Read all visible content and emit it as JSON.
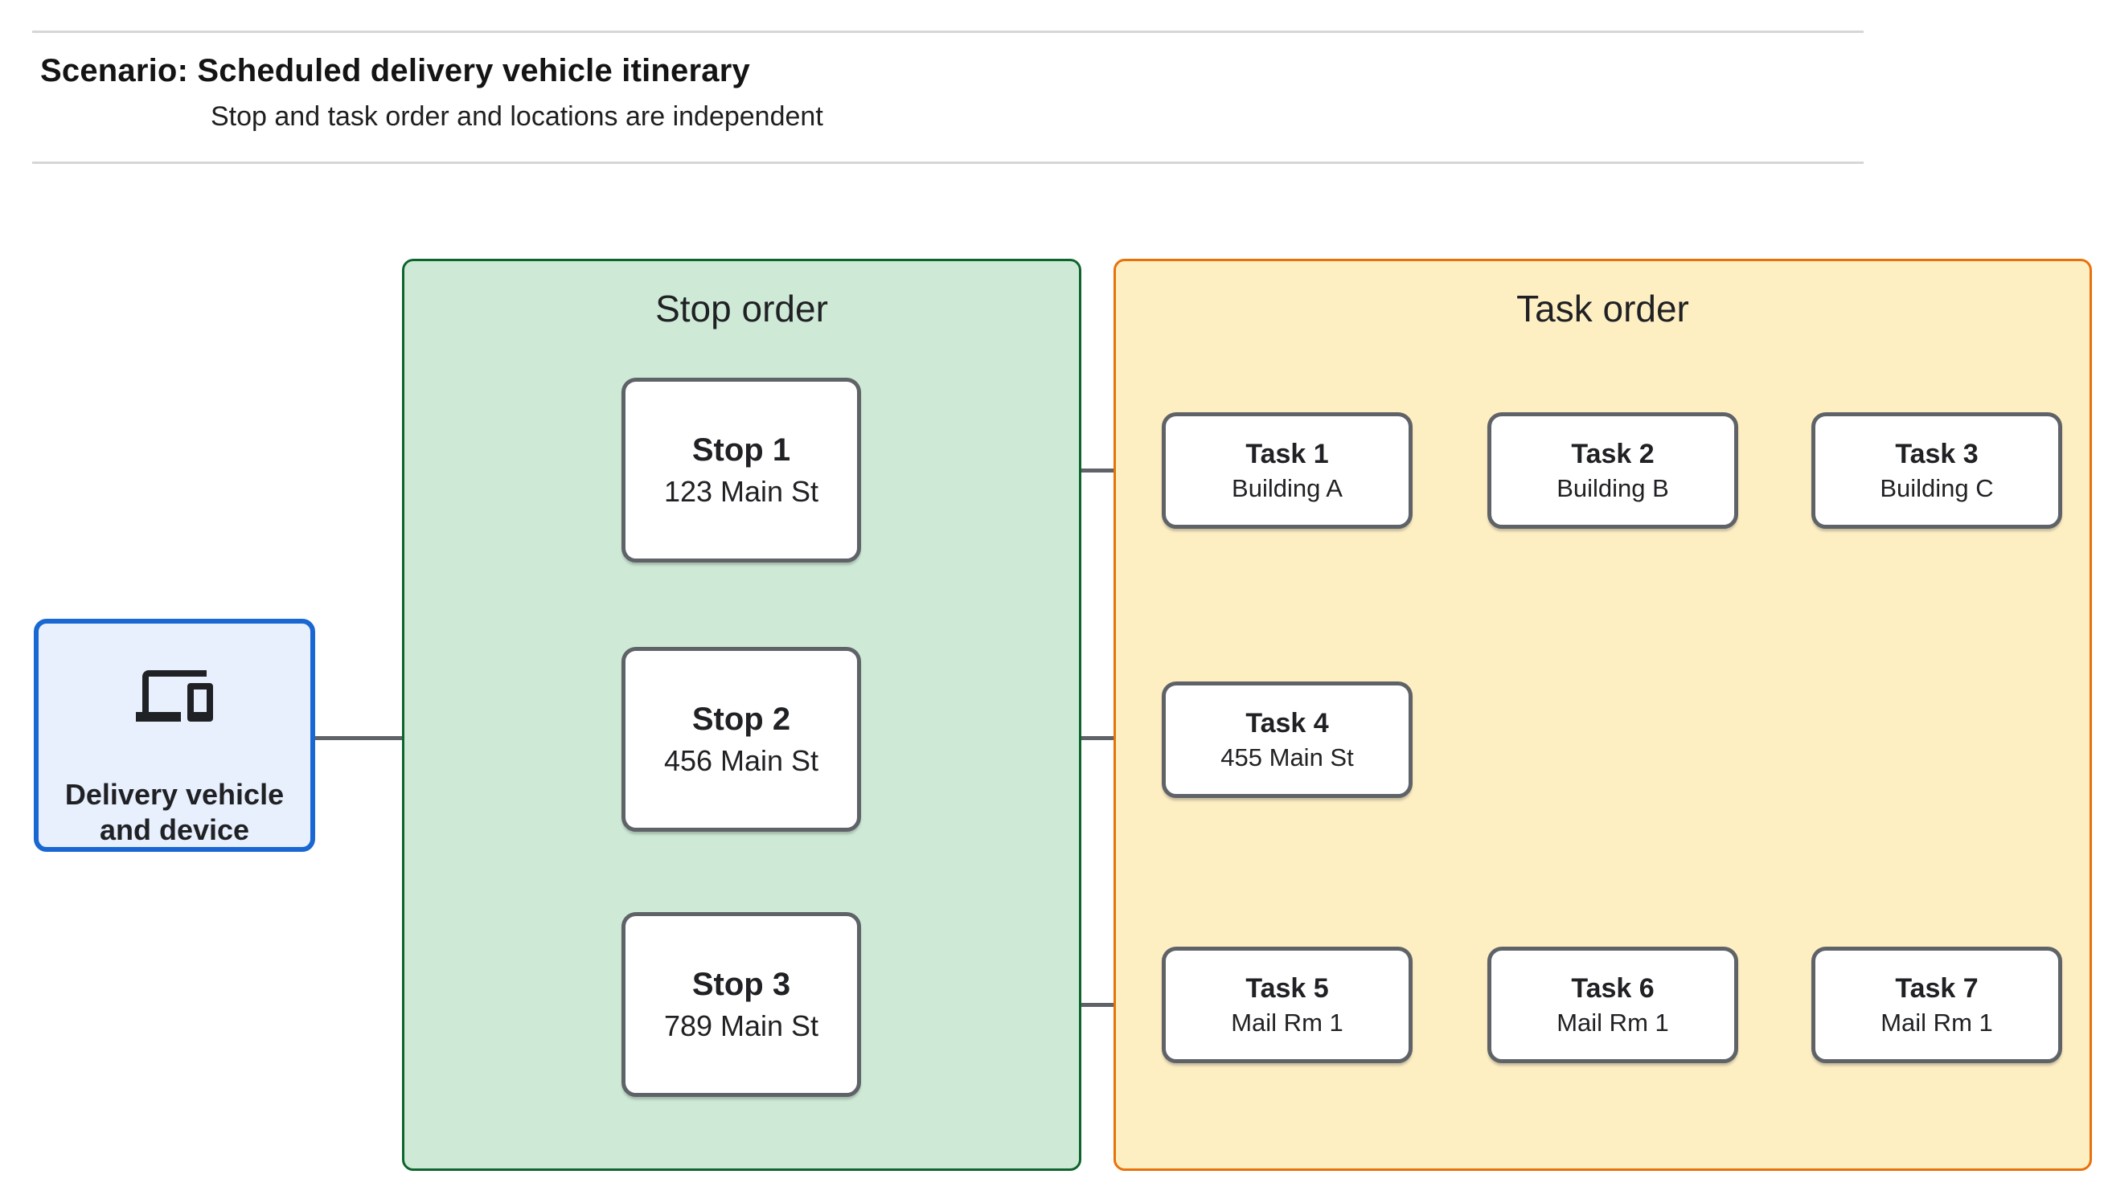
{
  "header": {
    "title": "Scenario: Scheduled delivery vehicle itinerary",
    "subtitle": "Stop and task order and locations are independent"
  },
  "vehicle": {
    "label": "Delivery vehicle and device",
    "icon": "devices-icon",
    "fill": "#e8f0fe",
    "border": "#1967d2"
  },
  "stop_panel": {
    "title": "Stop order",
    "fill": "#ceead6",
    "border": "#0d652d",
    "stops": [
      {
        "title": "Stop 1",
        "address": "123 Main St"
      },
      {
        "title": "Stop 2",
        "address": "456 Main St"
      },
      {
        "title": "Stop 3",
        "address": "789 Main St"
      }
    ]
  },
  "task_panel": {
    "title": "Task order",
    "fill": "#feefc3",
    "border": "#e8710a",
    "rows": [
      {
        "tasks": [
          {
            "title": "Task 1",
            "location": "Building A"
          },
          {
            "title": "Task 2",
            "location": "Building B"
          },
          {
            "title": "Task 3",
            "location": "Building C"
          }
        ]
      },
      {
        "tasks": [
          {
            "title": "Task 4",
            "location": "455 Main St"
          }
        ]
      },
      {
        "tasks": [
          {
            "title": "Task 5",
            "location": "Mail Rm 1"
          },
          {
            "title": "Task 6",
            "location": "Mail Rm 1"
          },
          {
            "title": "Task 7",
            "location": "Mail Rm 1"
          }
        ]
      }
    ]
  },
  "connectors": {
    "color": "#5f6368"
  },
  "node_style": {
    "border": "#5f6368",
    "fill": "#ffffff"
  }
}
